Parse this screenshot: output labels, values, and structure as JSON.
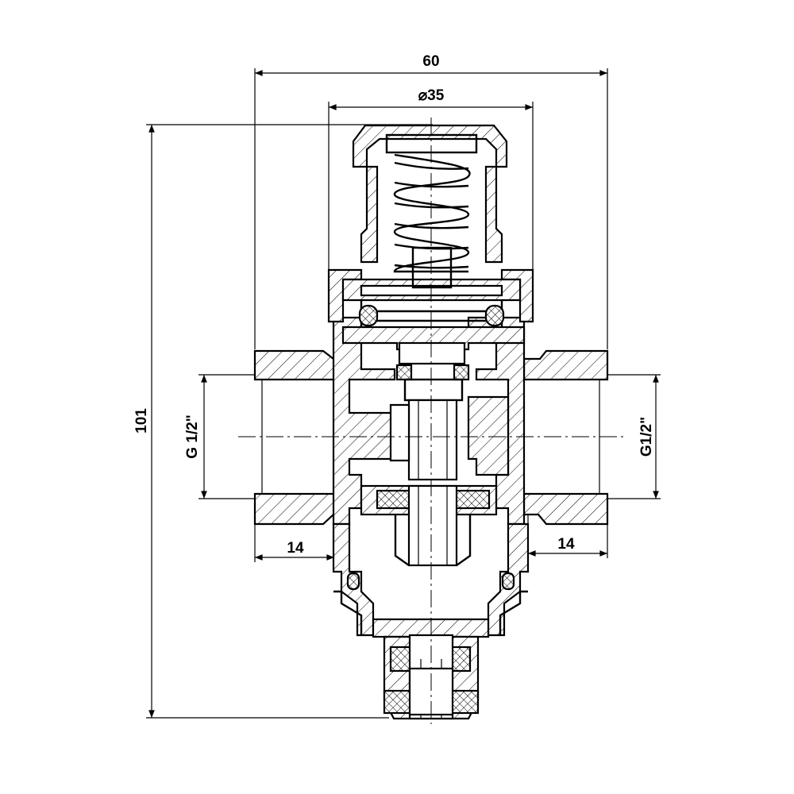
{
  "drawing": {
    "dimensions": {
      "overall_width": "60",
      "nut_diameter": "⌀35",
      "overall_height": "101",
      "left_thread": "G 1/2\"",
      "right_thread": "G1/2\"",
      "left_port_length": "14",
      "right_port_length": "14"
    }
  }
}
